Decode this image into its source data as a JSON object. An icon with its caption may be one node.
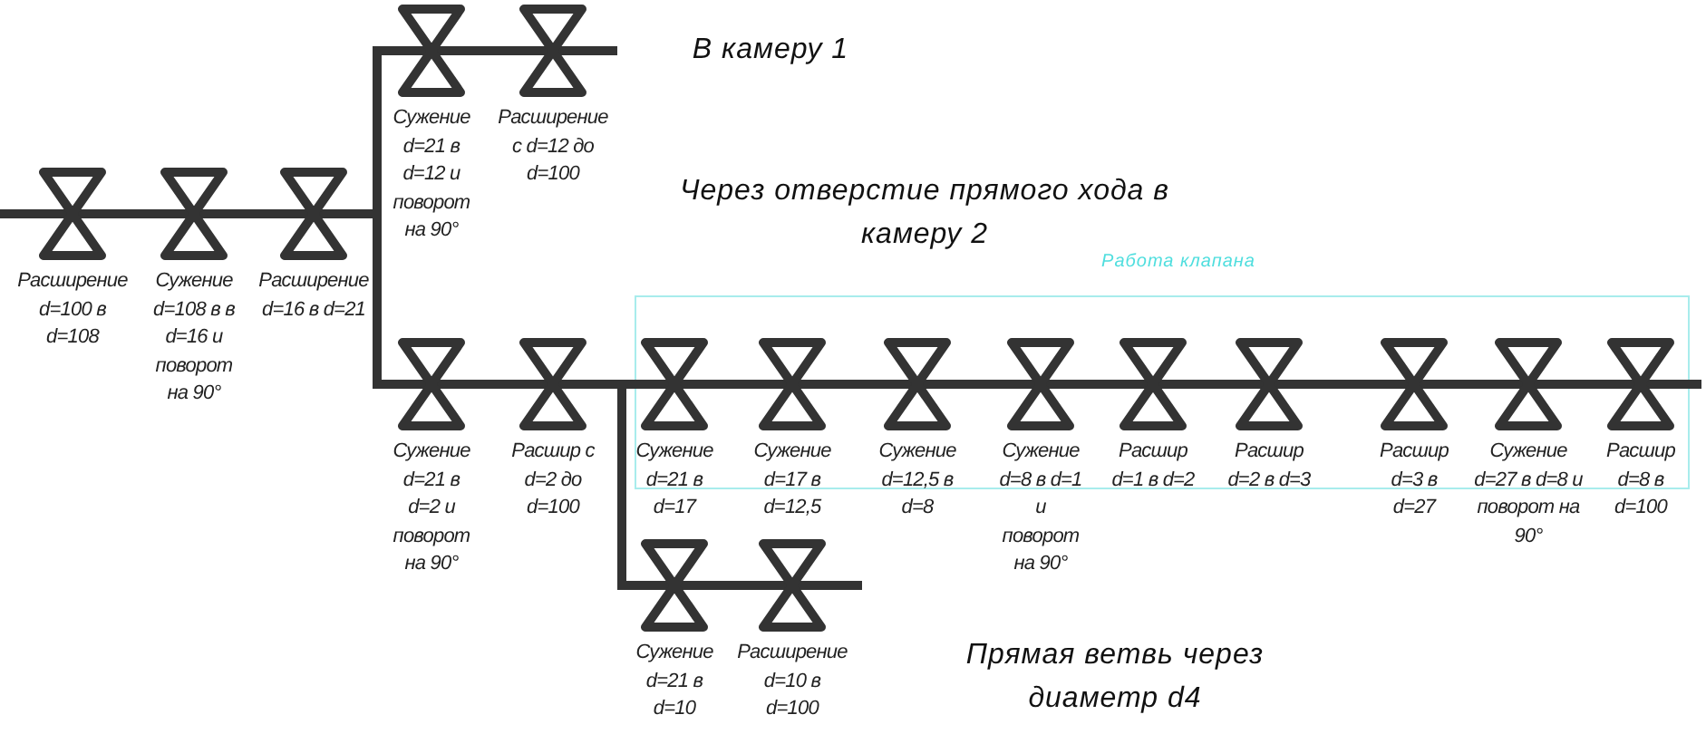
{
  "diagram": {
    "nodes": [
      {
        "text": [
          "Расширение d=100 в d=108"
        ]
      },
      {
        "text": [
          "Сужение d=108 в в d=16 и поворот на 90°"
        ]
      },
      {
        "text": [
          "Расширение d=16 в d=21"
        ]
      },
      {
        "text": [
          "Сужение d=21 в d=12 и поворот на 90°"
        ]
      },
      {
        "text": [
          "Расширение с d=12 до d=100"
        ]
      },
      {
        "text": [
          "Сужение d=21 в d=2 и поворот на 90°"
        ]
      },
      {
        "text": [
          "Расшир с d=2 до d=100"
        ]
      },
      {
        "text": [
          "Сужение d=21 в d=17"
        ]
      },
      {
        "text": [
          "Сужение d=17 в d=12,5"
        ]
      },
      {
        "text": [
          "Сужение d=12,5 в d=8"
        ]
      },
      {
        "text": [
          "Сужение d=8 в d=1 и поворот на 90°"
        ]
      },
      {
        "text": [
          "Расшир d=1 в d=2"
        ]
      },
      {
        "text": [
          "Расшир d=2 в d=3"
        ]
      },
      {
        "text": [
          "Расшир d=3 в d=27"
        ]
      },
      {
        "text": [
          "Сужение d=27 в d=8 и поворот на 90°"
        ]
      },
      {
        "text": [
          "Расшир d=8 в d=100"
        ]
      },
      {
        "text": [
          "Сужение d=21 в d=10"
        ]
      },
      {
        "text": [
          "Расширение d=10 в d=100"
        ]
      }
    ],
    "labels": [
      "В камеру 1",
      "Через отверстие прямого хода в камеру 2",
      "Работа клапана",
      "Прямая ветвь через диаметр d4"
    ]
  }
}
